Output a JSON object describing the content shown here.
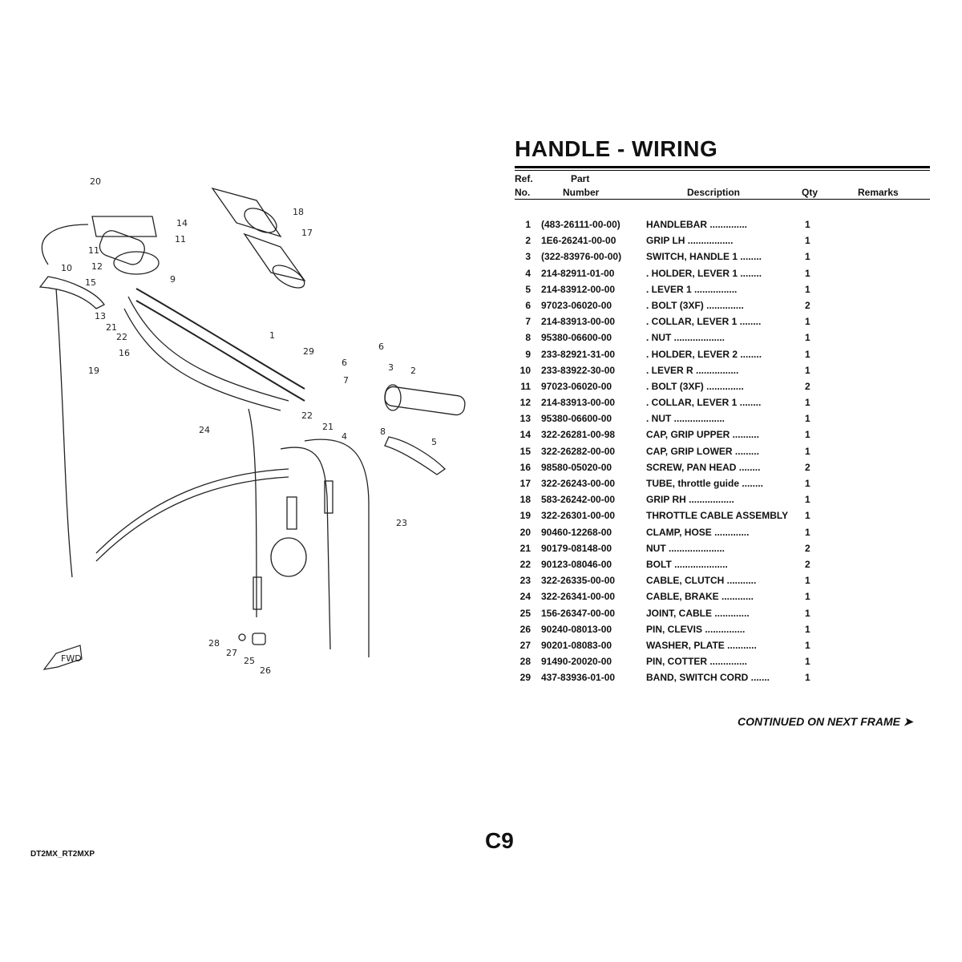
{
  "title": "HANDLE - WIRING",
  "headers": {
    "ref_line1": "Ref.",
    "ref_line2": "No.",
    "part_line1": "Part",
    "part_line2": "Number",
    "description": "Description",
    "qty": "Qty",
    "remarks": "Remarks"
  },
  "parts": [
    {
      "ref": "1",
      "part": "(483-26111-00-00)",
      "desc": "HANDLEBAR ..............",
      "qty": "1"
    },
    {
      "ref": "2",
      "part": "1E6-26241-00-00",
      "desc": "GRIP LH .................",
      "qty": "1"
    },
    {
      "ref": "3",
      "part": "(322-83976-00-00)",
      "desc": "SWITCH, HANDLE 1 ........",
      "qty": "1"
    },
    {
      "ref": "4",
      "part": "214-82911-01-00",
      "desc": ". HOLDER, LEVER 1 ........",
      "qty": "1"
    },
    {
      "ref": "5",
      "part": "214-83912-00-00",
      "desc": ". LEVER 1 ................",
      "qty": "1"
    },
    {
      "ref": "6",
      "part": "97023-06020-00",
      "desc": ". BOLT (3XF) ..............",
      "qty": "2"
    },
    {
      "ref": "7",
      "part": "214-83913-00-00",
      "desc": ". COLLAR, LEVER 1 ........",
      "qty": "1"
    },
    {
      "ref": "8",
      "part": "95380-06600-00",
      "desc": ". NUT ...................",
      "qty": "1"
    },
    {
      "ref": "9",
      "part": "233-82921-31-00",
      "desc": ". HOLDER, LEVER 2 ........",
      "qty": "1"
    },
    {
      "ref": "10",
      "part": "233-83922-30-00",
      "desc": ". LEVER R ................",
      "qty": "1"
    },
    {
      "ref": "11",
      "part": "97023-06020-00",
      "desc": ". BOLT (3XF) ..............",
      "qty": "2"
    },
    {
      "ref": "12",
      "part": "214-83913-00-00",
      "desc": ". COLLAR, LEVER 1 ........",
      "qty": "1"
    },
    {
      "ref": "13",
      "part": "95380-06600-00",
      "desc": ". NUT ...................",
      "qty": "1"
    },
    {
      "ref": "14",
      "part": "322-26281-00-98",
      "desc": "CAP, GRIP UPPER ..........",
      "qty": "1"
    },
    {
      "ref": "15",
      "part": "322-26282-00-00",
      "desc": "CAP, GRIP LOWER .........",
      "qty": "1"
    },
    {
      "ref": "16",
      "part": "98580-05020-00",
      "desc": "SCREW, PAN HEAD ........",
      "qty": "2"
    },
    {
      "ref": "17",
      "part": "322-26243-00-00",
      "desc": "TUBE, throttle guide ........",
      "qty": "1"
    },
    {
      "ref": "18",
      "part": "583-26242-00-00",
      "desc": "GRIP RH .................",
      "qty": "1"
    },
    {
      "ref": "19",
      "part": "322-26301-00-00",
      "desc": "THROTTLE CABLE ASSEMBLY",
      "qty": "1"
    },
    {
      "ref": "20",
      "part": "90460-12268-00",
      "desc": "CLAMP, HOSE .............",
      "qty": "1"
    },
    {
      "ref": "21",
      "part": "90179-08148-00",
      "desc": "NUT .....................",
      "qty": "2"
    },
    {
      "ref": "22",
      "part": "90123-08046-00",
      "desc": "BOLT ....................",
      "qty": "2"
    },
    {
      "ref": "23",
      "part": "322-26335-00-00",
      "desc": "CABLE, CLUTCH ...........",
      "qty": "1"
    },
    {
      "ref": "24",
      "part": "322-26341-00-00",
      "desc": "CABLE, BRAKE ............",
      "qty": "1"
    },
    {
      "ref": "25",
      "part": "156-26347-00-00",
      "desc": "JOINT, CABLE .............",
      "qty": "1"
    },
    {
      "ref": "26",
      "part": "90240-08013-00",
      "desc": "PIN, CLEVIS ...............",
      "qty": "1"
    },
    {
      "ref": "27",
      "part": "90201-08083-00",
      "desc": "WASHER, PLATE ...........",
      "qty": "1"
    },
    {
      "ref": "28",
      "part": "91490-20020-00",
      "desc": "PIN, COTTER ..............",
      "qty": "1"
    },
    {
      "ref": "29",
      "part": "437-83936-01-00",
      "desc": "BAND, SWITCH CORD .......",
      "qty": "1"
    }
  ],
  "continued": "CONTINUED ON NEXT FRAME ➤",
  "page_code": "C9",
  "model_code": "DT2MX_RT2MXP",
  "diagram": {
    "callouts": [
      "20",
      "14",
      "11",
      "11",
      "12",
      "10",
      "15",
      "9",
      "13",
      "21",
      "22",
      "16",
      "18",
      "17",
      "1",
      "29",
      "6",
      "3",
      "2",
      "7",
      "19",
      "24",
      "22",
      "21",
      "4",
      "8",
      "5",
      "23",
      "28",
      "27",
      "25",
      "26"
    ],
    "fwd_label": "FWD"
  }
}
